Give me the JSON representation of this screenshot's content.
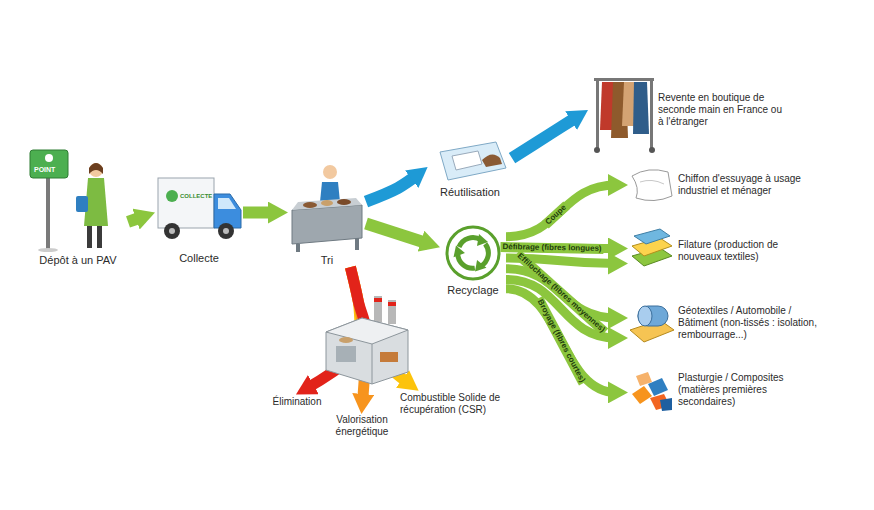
{
  "diagram": {
    "nodes": [
      {
        "text": [
          "Dépôt à un PAV"
        ]
      },
      {
        "text": [
          "Collecte"
        ]
      },
      {
        "text": [
          "Tri"
        ]
      },
      {
        "text": [
          "Réutilisation"
        ]
      },
      {
        "text": [
          "Recyclage"
        ]
      },
      {
        "text": [
          "Élimination"
        ]
      },
      {
        "text": [
          "Valorisation énergétique"
        ]
      },
      {
        "text": [
          "Combustible Solide de récupération (CSR)"
        ]
      },
      {
        "text": [
          "Revente en boutique de seconde main en France ou à l'étranger"
        ]
      },
      {
        "text": [
          "Chiffon d'essuyage à usage industriel et ménager"
        ]
      },
      {
        "text": [
          "Filature (production de nouveaux textiles)"
        ]
      },
      {
        "text": [
          "Géotextiles / Automobile / Bâtiment (non-tissés : isolation, rembourrage...)"
        ]
      },
      {
        "text": [
          "Plasturgie / Composites (matières premières secondaires)"
        ]
      }
    ],
    "edges": [
      {
        "from": 0,
        "to": 1,
        "arrow": "to"
      },
      {
        "from": 1,
        "to": 2,
        "arrow": "to"
      },
      {
        "from": 2,
        "to": 3,
        "arrow": "to"
      },
      {
        "from": 3,
        "to": 8,
        "arrow": "to"
      },
      {
        "from": 2,
        "to": 4,
        "arrow": "to"
      },
      {
        "from": 2,
        "to": 5,
        "arrow": "to"
      },
      {
        "from": 2,
        "to": 6,
        "arrow": "to"
      },
      {
        "from": 2,
        "to": 7,
        "arrow": "to"
      },
      {
        "from": 4,
        "to": 9,
        "label": "Coupe",
        "arrow": "to"
      },
      {
        "from": 4,
        "to": 10,
        "label": "Défibrage (fibres longues)",
        "arrow": "to"
      },
      {
        "from": 4,
        "to": 10,
        "arrow": "to"
      },
      {
        "from": 4,
        "to": 11,
        "label": "Effilochage (fibres moyennes)",
        "arrow": "to"
      },
      {
        "from": 4,
        "to": 11,
        "arrow": "to"
      },
      {
        "from": 4,
        "to": 12,
        "label": "Broyage (fibres courtes)",
        "arrow": "to"
      }
    ],
    "labels": [
      "POINT",
      "COLLECTE"
    ]
  }
}
